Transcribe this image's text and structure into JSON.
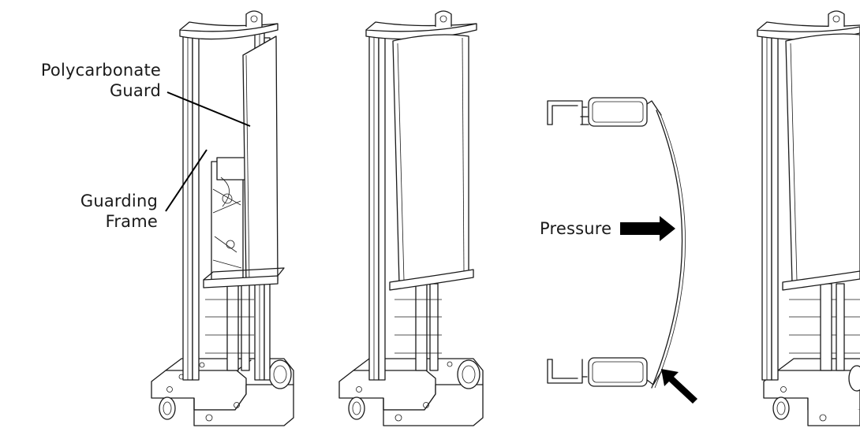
{
  "labels": {
    "polycarbonate_guard_line1": "Polycarbonate",
    "polycarbonate_guard_line2": "Guard",
    "guarding_frame_line1": "Guarding",
    "guarding_frame_line2": "Frame",
    "pressure": "Pressure"
  },
  "colors": {
    "line": "#1a1a1a",
    "arrow_fill": "#000000",
    "background": "#ffffff"
  }
}
